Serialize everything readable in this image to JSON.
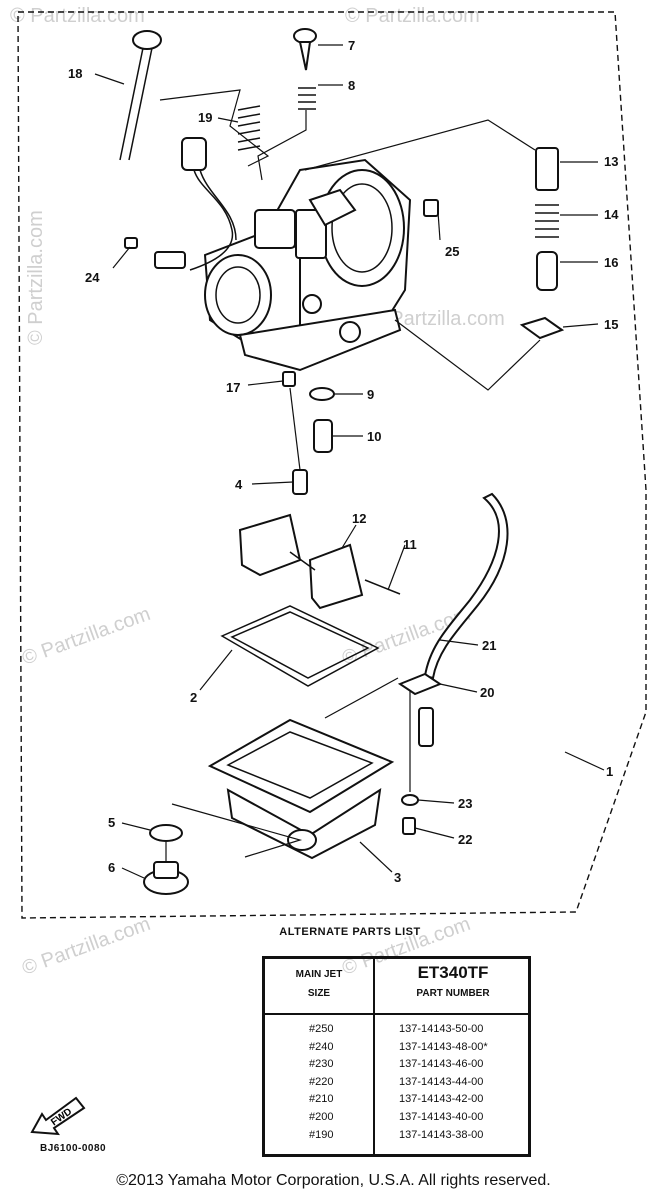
{
  "watermark": "© Partzilla.com",
  "callouts": [
    "1",
    "2",
    "3",
    "4",
    "5",
    "6",
    "7",
    "8",
    "9",
    "10",
    "11",
    "12",
    "13",
    "14",
    "15",
    "16",
    "17",
    "18",
    "19",
    "20",
    "21",
    "22",
    "23",
    "24",
    "25"
  ],
  "alternate_parts": {
    "title": "ALTERNATE PARTS LIST",
    "head_left_line1": "MAIN JET",
    "head_left_line2": "SIZE",
    "model": "ET340TF",
    "head_right": "PART NUMBER",
    "rows": [
      {
        "size": "#250",
        "part": "137-14143-50-00"
      },
      {
        "size": "#240",
        "part": "137-14143-48-00*"
      },
      {
        "size": "#230",
        "part": "137-14143-46-00"
      },
      {
        "size": "#220",
        "part": "137-14143-44-00"
      },
      {
        "size": "#210",
        "part": "137-14143-42-00"
      },
      {
        "size": "#200",
        "part": "137-14143-40-00"
      },
      {
        "size": "#190",
        "part": "137-14143-38-00"
      }
    ]
  },
  "fwd_label": "FWD",
  "ref_code": "BJ6100-0080",
  "copyright": "©2013 Yamaha Motor Corporation, U.S.A. All rights reserved."
}
